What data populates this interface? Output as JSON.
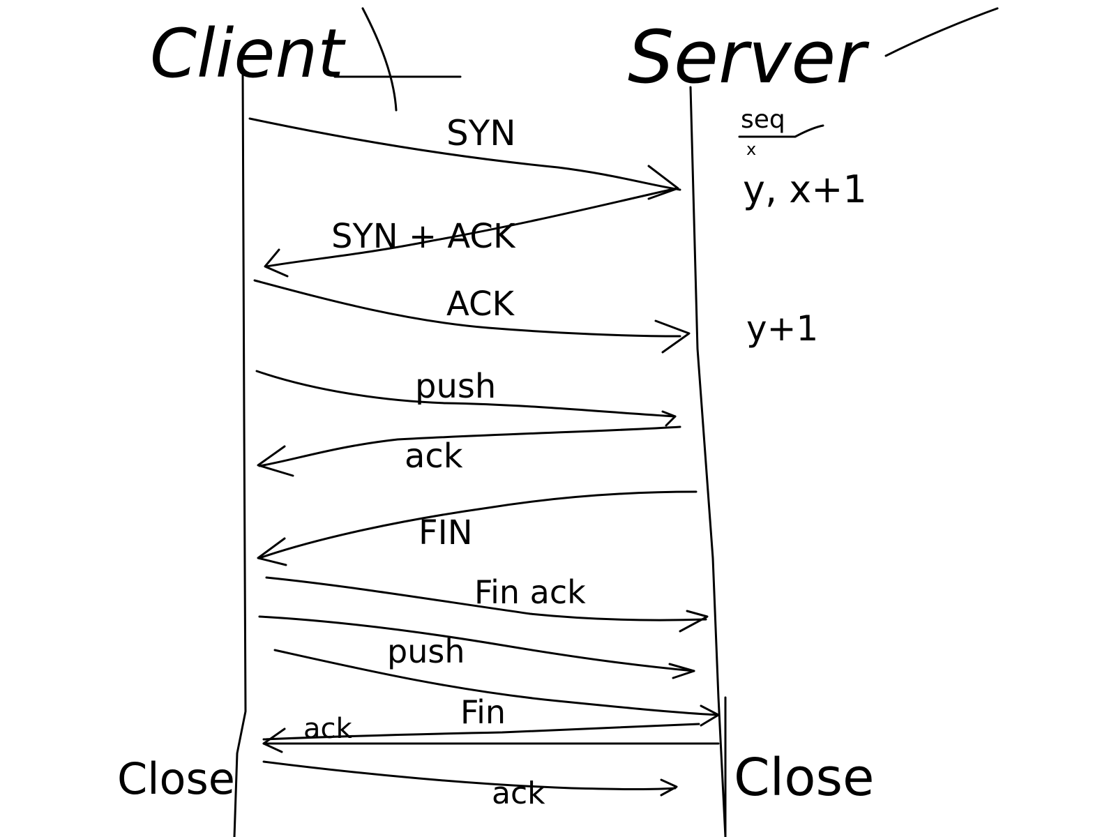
{
  "diagram": {
    "participants": {
      "client": "Client",
      "server": "Server"
    },
    "annotations": {
      "seq_header": "seq",
      "seq_x": "x",
      "seq_y_x1": "y, x+1",
      "seq_y1": "y+1"
    },
    "messages": [
      {
        "label": "SYN",
        "from": "client",
        "to": "server"
      },
      {
        "label": "SYN + ACK",
        "from": "server",
        "to": "client"
      },
      {
        "label": "ACK",
        "from": "client",
        "to": "server"
      },
      {
        "label": "push",
        "from": "client",
        "to": "server"
      },
      {
        "label": "ack",
        "from": "server",
        "to": "client"
      },
      {
        "label": "FIN",
        "from": "server",
        "to": "client"
      },
      {
        "label": "Fin ack",
        "from": "client",
        "to": "server"
      },
      {
        "label": "",
        "from": "client",
        "to": "server"
      },
      {
        "label": "push",
        "from": "client",
        "to": "server"
      },
      {
        "label": "Fin",
        "from": "client",
        "to": "server"
      },
      {
        "label": "ack",
        "from": "server",
        "to": "client"
      },
      {
        "label": "ack",
        "from": "client",
        "to": "server"
      }
    ],
    "closings": {
      "client": "Close",
      "server": "Close"
    },
    "colors": {
      "ink": "#000000",
      "background": "#ffffff"
    }
  }
}
